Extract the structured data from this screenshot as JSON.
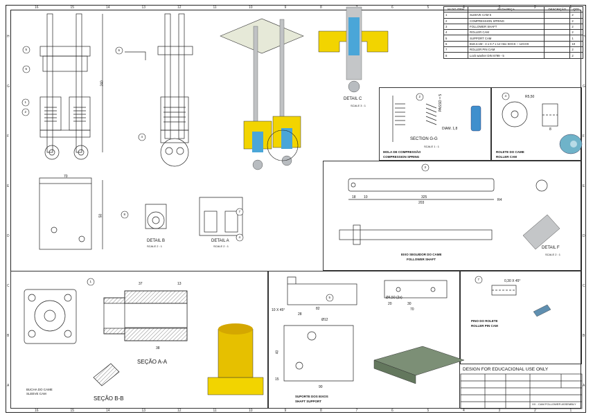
{
  "bom": {
    "headers": [
      "Nº DO ITEM",
      "Nº DA PEÇA",
      "DESCRIÇÃO",
      "QTD."
    ],
    "rows": [
      {
        "item": "1",
        "part": "SLEEVE CAM 5",
        "desc": "",
        "qty": "2"
      },
      {
        "item": "2",
        "part": "COMPRESSION SPRING",
        "desc": "",
        "qty": "2"
      },
      {
        "item": "3",
        "part": "FOLLOWER SHAFT",
        "desc": "",
        "qty": "2"
      },
      {
        "item": "4",
        "part": "ROLLER CAM",
        "desc": "",
        "qty": "2"
      },
      {
        "item": "5",
        "part": "SUPPORT CAM",
        "desc": "",
        "qty": "1"
      },
      {
        "item": "6",
        "part": "B18.3.1M - 4 x 0.7 x 12 Hex SHCS -- 12CHX",
        "desc": "",
        "qty": "10"
      },
      {
        "item": "7",
        "part": "ROLLER PIN CAM",
        "desc": "",
        "qty": "2"
      },
      {
        "item": "8",
        "part": "Lock washer DIN 6799 - 5",
        "desc": "",
        "qty": "2"
      }
    ]
  },
  "zones_top": [
    "16",
    "15",
    "14",
    "13",
    "12",
    "11",
    "10",
    "9",
    "8",
    "7",
    "6",
    "5",
    "4",
    "3",
    "2",
    "1"
  ],
  "zones_side": [
    "H",
    "G",
    "F",
    "E",
    "D",
    "C",
    "B",
    "A"
  ],
  "labels": {
    "detail_c": "DETAIL C",
    "detail_c_scale": "SCALE 3 : 1",
    "detail_b": "DETAIL B",
    "detail_b_scale": "SCALE 2 : 1",
    "detail_a": "DETAIL A",
    "detail_a_scale": "SCALE 2 : 1",
    "detail_f": "DETAIL F",
    "detail_f_scale": "SCALE 2 : 1",
    "section_gg": "SECTION G-G",
    "section_gg_scale": "SCALE 1 : 1",
    "spring_pt": "MOLA DE COMPRESSÃO",
    "spring_en": "COMPRESSION SPRING",
    "roller_pt": "ROLETE DO CAME",
    "roller_en": "ROLLER CAM",
    "shaft_pt": "EIXO SEGUIDOR DO CAME",
    "shaft_en": "FOLLOWER SHAFT",
    "pin_pt": "PINO DO ROLETE",
    "pin_en": "ROLLER PIN CAM",
    "sleeve_pt": "BUCHA DO CAME",
    "sleeve_en": "SLEEVE CAM",
    "secao_aa": "SEÇÃO A-A",
    "secao_bb": "SEÇÃO B-B",
    "support_pt": "SUPORTE DOS EIXOS",
    "support_en": "SHAFT SUPPORT",
    "edu": "DESIGN FOR EDUCACIONAL USE ONLY",
    "drawing_title": "XX - CAM FOLLOWER ASSEMBLY"
  },
  "dims": {
    "d240": "240",
    "d70": "70",
    "d50": "50",
    "d325": "325",
    "d203": "203",
    "d18": "18",
    "d10": "10",
    "r4": "R4",
    "d37": "37",
    "d13": "13",
    "d38": "38",
    "d82": "82",
    "d90": "90",
    "d40": "40",
    "d12": "Ø12",
    "d28": "28",
    "d15": "15",
    "d20": "20",
    "d30": "30",
    "dr50": "R5,50",
    "d8": "8",
    "c45": "0,30 X 45°",
    "c45b": "10 X 45°",
    "d450": "Ø4,50 (2x)",
    "diam18": "DIAM. 1,8",
    "passo": "PASSO = 5",
    "d70b": "70"
  },
  "balloons": [
    "1",
    "2",
    "3",
    "4",
    "5",
    "6",
    "7",
    "8"
  ],
  "colors": {
    "yellow": "#f2d400",
    "blue": "#4aa6d8",
    "steel": "#b8bcc0",
    "green": "#7c8f76",
    "roller": "#6fb3c9"
  }
}
